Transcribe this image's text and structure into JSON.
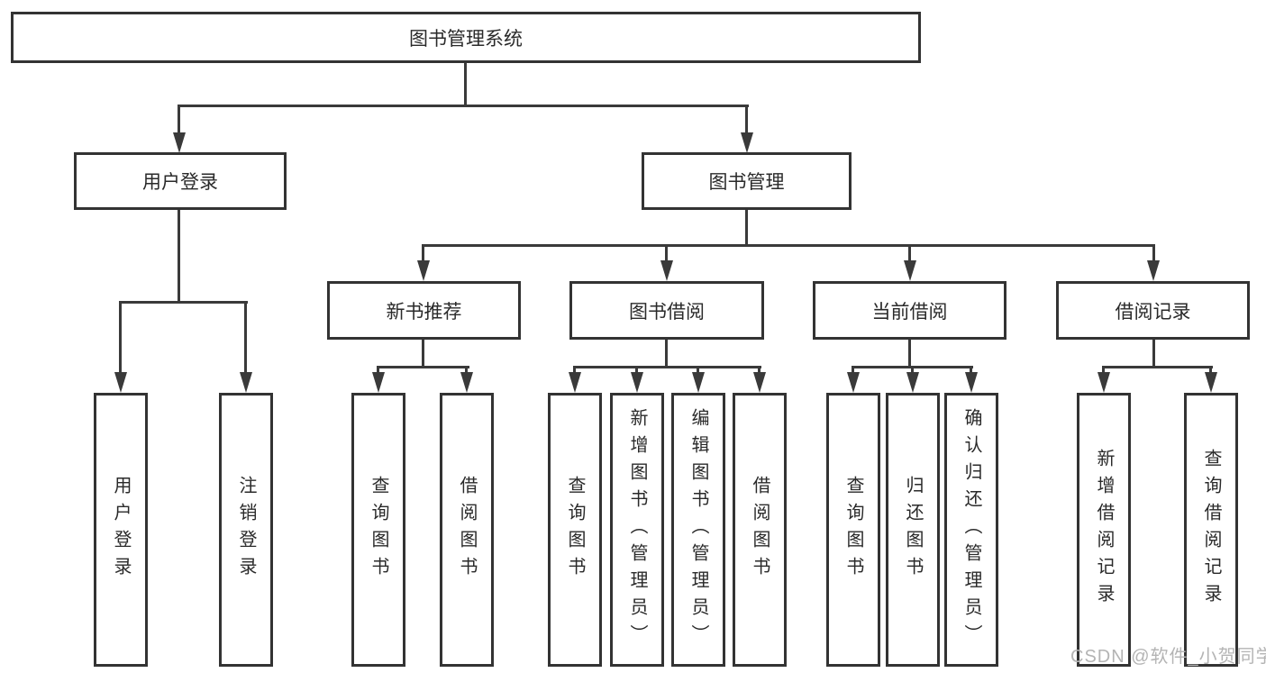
{
  "tree": {
    "root": {
      "label": "图书管理系统"
    },
    "branches": [
      {
        "label": "用户登录",
        "children": [
          {
            "label": "用户登录"
          },
          {
            "label": "注销登录"
          }
        ]
      },
      {
        "label": "图书管理",
        "groups": [
          {
            "label": "新书推荐",
            "children": [
              {
                "label": "查询图书"
              },
              {
                "label": "借阅图书"
              }
            ]
          },
          {
            "label": "图书借阅",
            "children": [
              {
                "label": "查询图书"
              },
              {
                "label": "新增图书（管理员）"
              },
              {
                "label": "编辑图书（管理员）"
              },
              {
                "label": "借阅图书"
              }
            ]
          },
          {
            "label": "当前借阅",
            "children": [
              {
                "label": "查询图书"
              },
              {
                "label": "归还图书"
              },
              {
                "label": "确认归还（管理员）"
              }
            ]
          },
          {
            "label": "借阅记录",
            "children": [
              {
                "label": "新增借阅记录"
              },
              {
                "label": "查询借阅记录"
              }
            ]
          }
        ]
      }
    ]
  },
  "watermark": {
    "text": "CSDN @软件_小贺同学"
  },
  "colors": {
    "line": "#3a3a3a",
    "border": "#333333",
    "text": "#2a2a2a",
    "watermark": "#b4b4b4",
    "background": "#ffffff"
  }
}
